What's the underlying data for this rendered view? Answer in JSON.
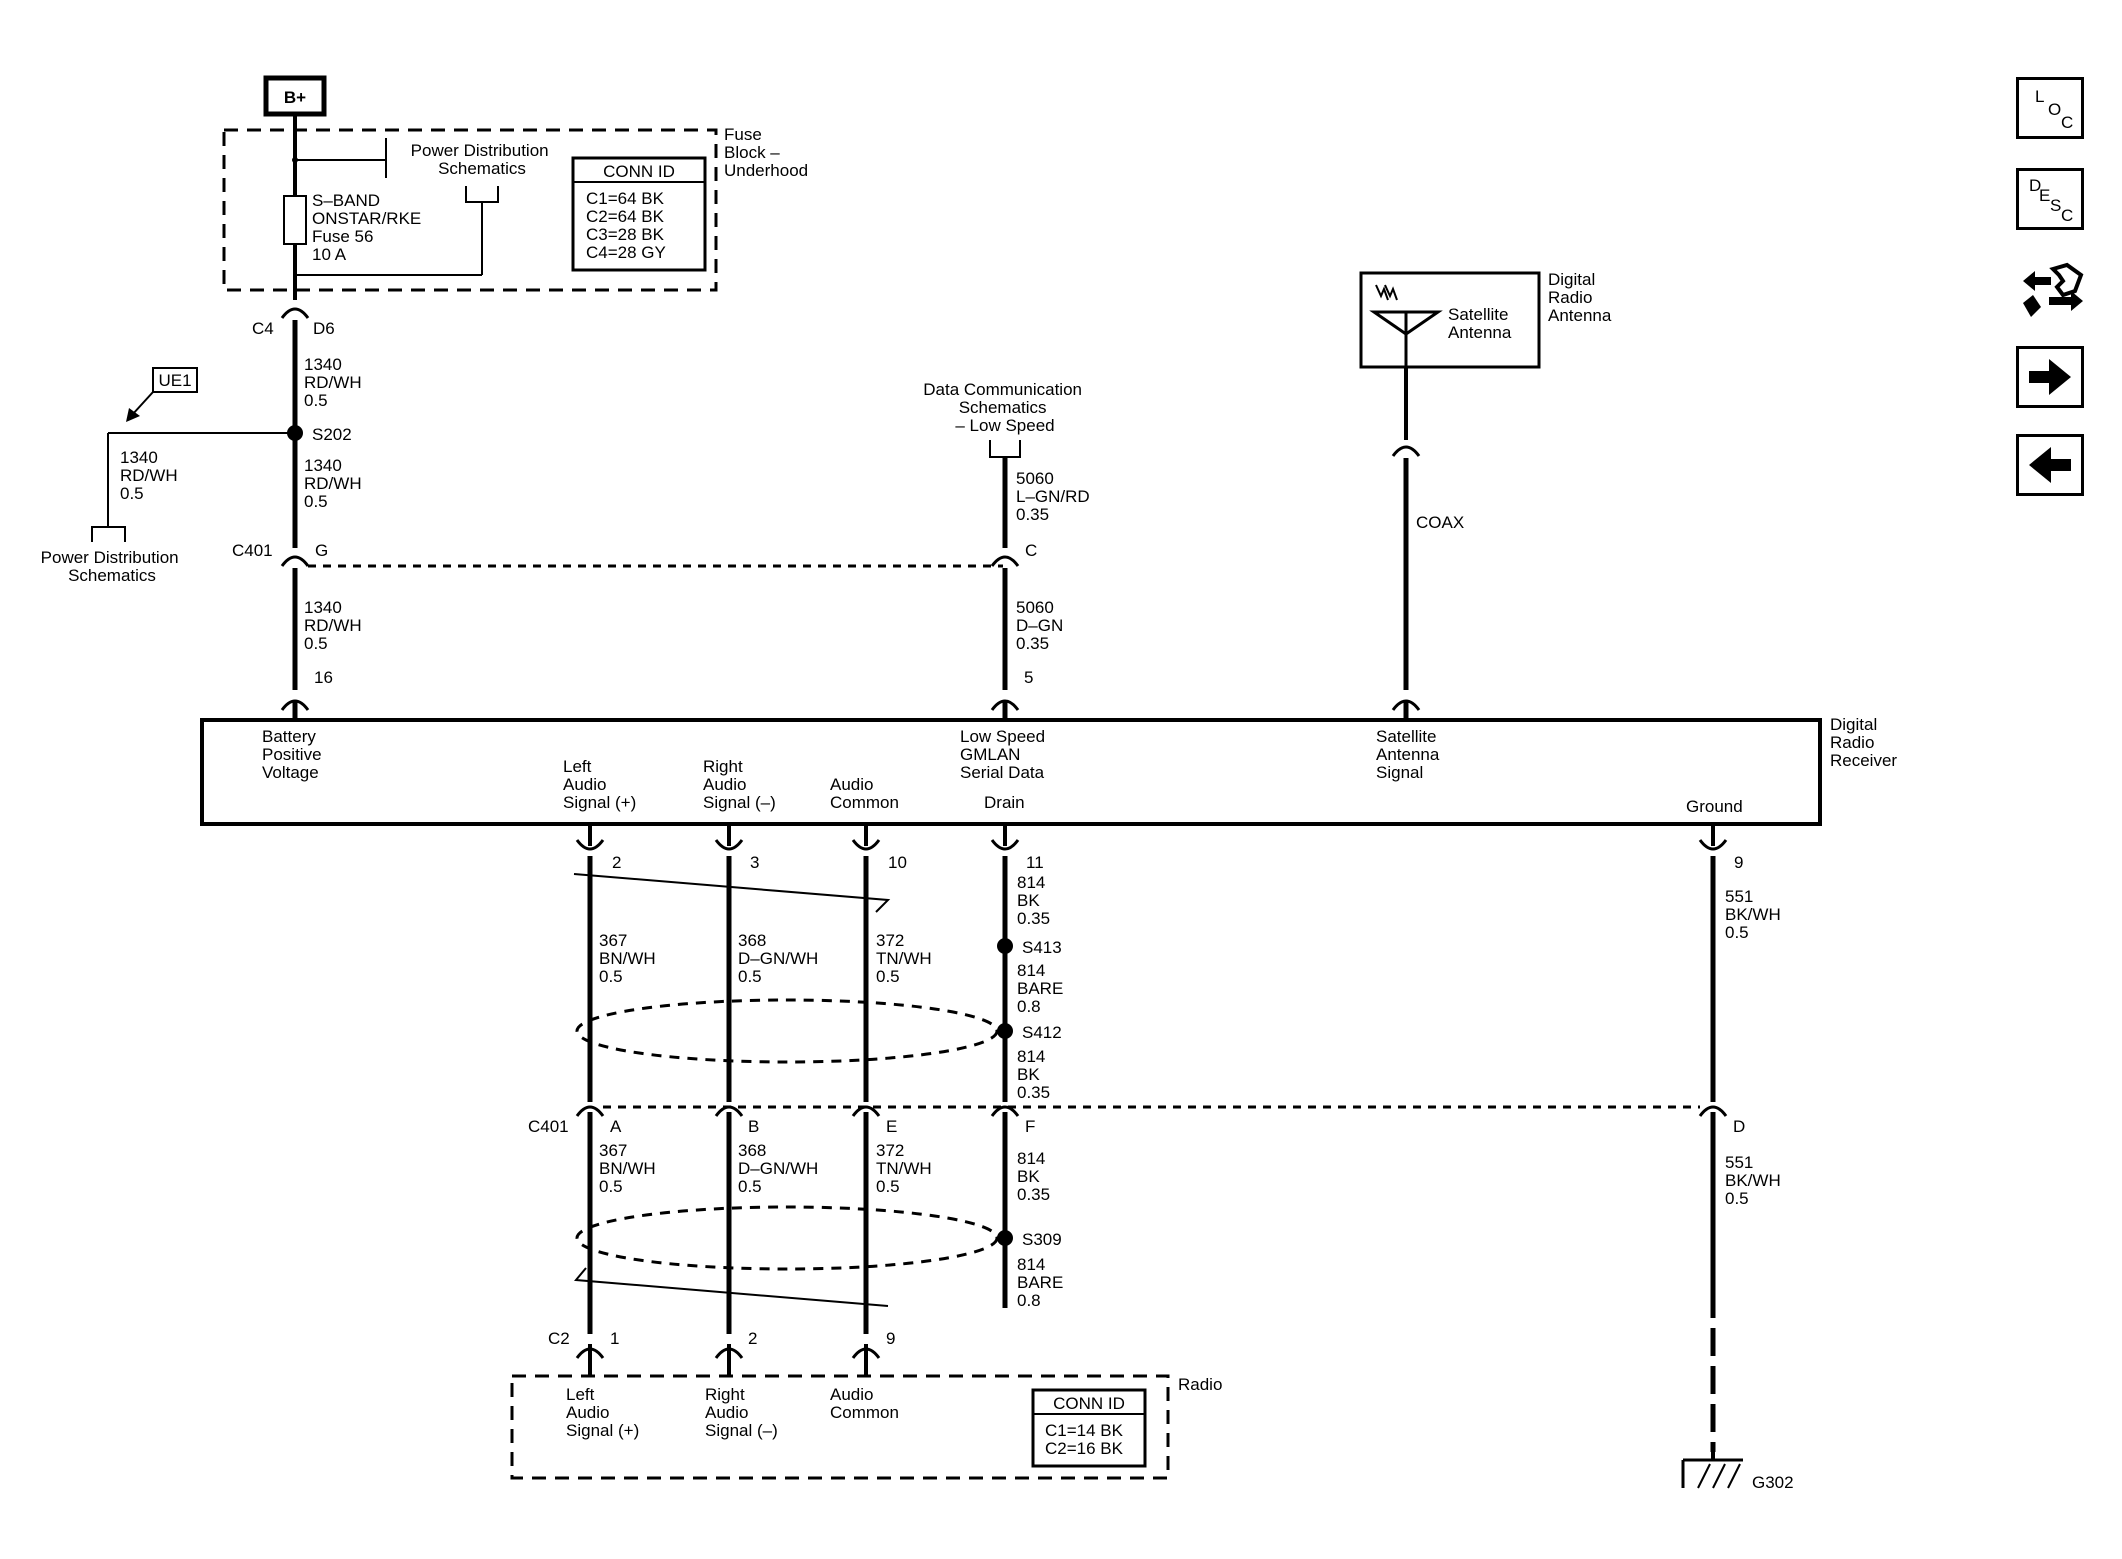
{
  "top": {
    "bplus": "B+",
    "fuse_block_title": [
      "Fuse",
      "Block –",
      "Underhood"
    ],
    "pds_ref_top": [
      "Power Distribution",
      "Schematics"
    ],
    "fuse_text": [
      "S–BAND",
      "ONSTAR/RKE",
      "Fuse 56",
      "10 A"
    ],
    "conn_id_title": "CONN ID",
    "conn_ids": [
      "C1=64 BK",
      "C2=64 BK",
      "C3=28 BK",
      "C4=28 GY"
    ],
    "c4": "C4",
    "d6": "D6",
    "wire_1340_a": [
      "1340",
      "RD/WH",
      "0.5"
    ],
    "ue1": "UE1",
    "wire_1340_left": [
      "1340",
      "RD/WH",
      "0.5"
    ],
    "pds_ref_left": [
      "Power Distribution",
      "Schematics"
    ],
    "s202": "S202",
    "wire_1340_b": [
      "1340",
      "RD/WH",
      "0.5"
    ],
    "c401": "C401",
    "pin_g": "G",
    "wire_1340_c": [
      "1340",
      "RD/WH",
      "0.5"
    ],
    "pin_16": "16"
  },
  "data_comm": {
    "title": [
      "Data Communication",
      "Schematics",
      "– Low Speed"
    ],
    "wire_5060_a": [
      "5060",
      "L–GN/RD",
      "0.35"
    ],
    "pin_c": "C",
    "wire_5060_b": [
      "5060",
      "D–GN",
      "0.35"
    ],
    "pin_5": "5"
  },
  "antenna": {
    "title": [
      "Digital",
      "Radio",
      "Antenna"
    ],
    "label": [
      "Satellite",
      "Antenna"
    ],
    "coax": "COAX"
  },
  "receiver": {
    "title": [
      "Digital",
      "Radio",
      "Receiver"
    ],
    "battery": [
      "Battery",
      "Positive",
      "Voltage"
    ],
    "left_audio": [
      "Left",
      "Audio",
      "Signal (+)"
    ],
    "right_audio": [
      "Right",
      "Audio",
      "Signal (–)"
    ],
    "audio_common": [
      "Audio",
      "Common"
    ],
    "low_speed": [
      "Low Speed",
      "GMLAN",
      "Serial Data"
    ],
    "drain": "Drain",
    "satellite": [
      "Satellite",
      "Antenna",
      "Signal"
    ],
    "ground": "Ground"
  },
  "lower": {
    "pins_receiver": [
      "2",
      "3",
      "10",
      "11",
      "9"
    ],
    "wire_367_a": [
      "367",
      "BN/WH",
      "0.5"
    ],
    "wire_368_a": [
      "368",
      "D–GN/WH",
      "0.5"
    ],
    "wire_372_a": [
      "372",
      "TN/WH",
      "0.5"
    ],
    "wire_814_a": [
      "814",
      "BK",
      "0.35"
    ],
    "s413": "S413",
    "wire_814_bare_a": [
      "814",
      "BARE",
      "0.8"
    ],
    "s412": "S412",
    "wire_814_b": [
      "814",
      "BK",
      "0.35"
    ],
    "wire_551_a": [
      "551",
      "BK/WH",
      "0.5"
    ],
    "c401": "C401",
    "pins_c401": [
      "A",
      "B",
      "E",
      "F",
      "D"
    ],
    "wire_367_b": [
      "367",
      "BN/WH",
      "0.5"
    ],
    "wire_368_b": [
      "368",
      "D–GN/WH",
      "0.5"
    ],
    "wire_372_b": [
      "372",
      "TN/WH",
      "0.5"
    ],
    "wire_814_c": [
      "814",
      "BK",
      "0.35"
    ],
    "s309": "S309",
    "wire_814_bare_b": [
      "814",
      "BARE",
      "0.8"
    ],
    "wire_551_b": [
      "551",
      "BK/WH",
      "0.5"
    ],
    "c2": "C2",
    "pins_c2": [
      "1",
      "2",
      "9"
    ],
    "g302": "G302"
  },
  "radio": {
    "title": "Radio",
    "left_audio": [
      "Left",
      "Audio",
      "Signal (+)"
    ],
    "right_audio": [
      "Right",
      "Audio",
      "Signal (–)"
    ],
    "audio_common": [
      "Audio",
      "Common"
    ],
    "conn_id_title": "CONN ID",
    "conn_ids": [
      "C1=14 BK",
      "C2=16 BK"
    ]
  },
  "nav": {
    "loc": [
      "L",
      "O",
      "C"
    ],
    "desc": [
      "D",
      "E",
      "S",
      "C"
    ],
    "icons": [
      "connector-swap-icon",
      "arrow-right-icon",
      "arrow-left-icon"
    ]
  }
}
